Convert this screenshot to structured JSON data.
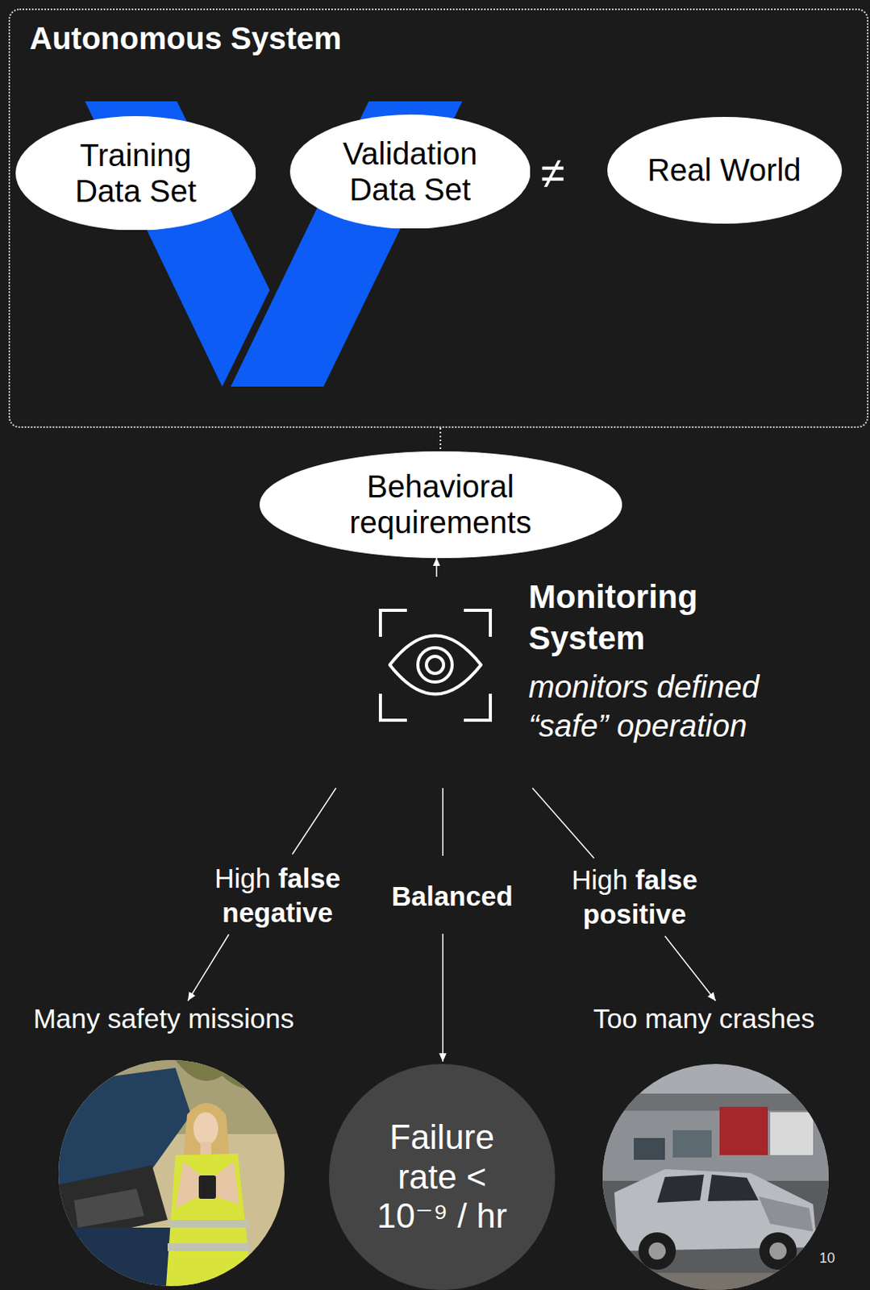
{
  "diagram": {
    "nodes": [
      {
        "text": [
          "Autonomous System"
        ]
      },
      {
        "text": [
          "Training Data Set"
        ],
        "in": 0
      },
      {
        "text": [
          "Validation Data Set"
        ],
        "in": 0
      },
      {
        "text": [
          "Real World"
        ],
        "in": 0
      },
      {
        "text": [
          "Behavioral requirements"
        ]
      },
      {
        "text": [
          "Monitoring System",
          "monitors defined “safe” operation"
        ]
      },
      {
        "text": [
          "Many safety missions"
        ]
      },
      {
        "text": [
          "Failure rate < 10⁻⁹ / hr"
        ]
      },
      {
        "text": [
          "Too many crashes"
        ]
      }
    ],
    "edges": [
      {
        "from": 0,
        "to": 4,
        "arrow": "none"
      },
      {
        "from": 5,
        "to": 4,
        "arrow": "to"
      },
      {
        "from": 5,
        "to": 6,
        "label": "High false negative",
        "arrow": "to"
      },
      {
        "from": 5,
        "to": 7,
        "label": "Balanced",
        "arrow": "to"
      },
      {
        "from": 5,
        "to": 8,
        "label": "High false positive",
        "arrow": "to"
      }
    ],
    "labels": [
      "≠",
      "10"
    ]
  }
}
